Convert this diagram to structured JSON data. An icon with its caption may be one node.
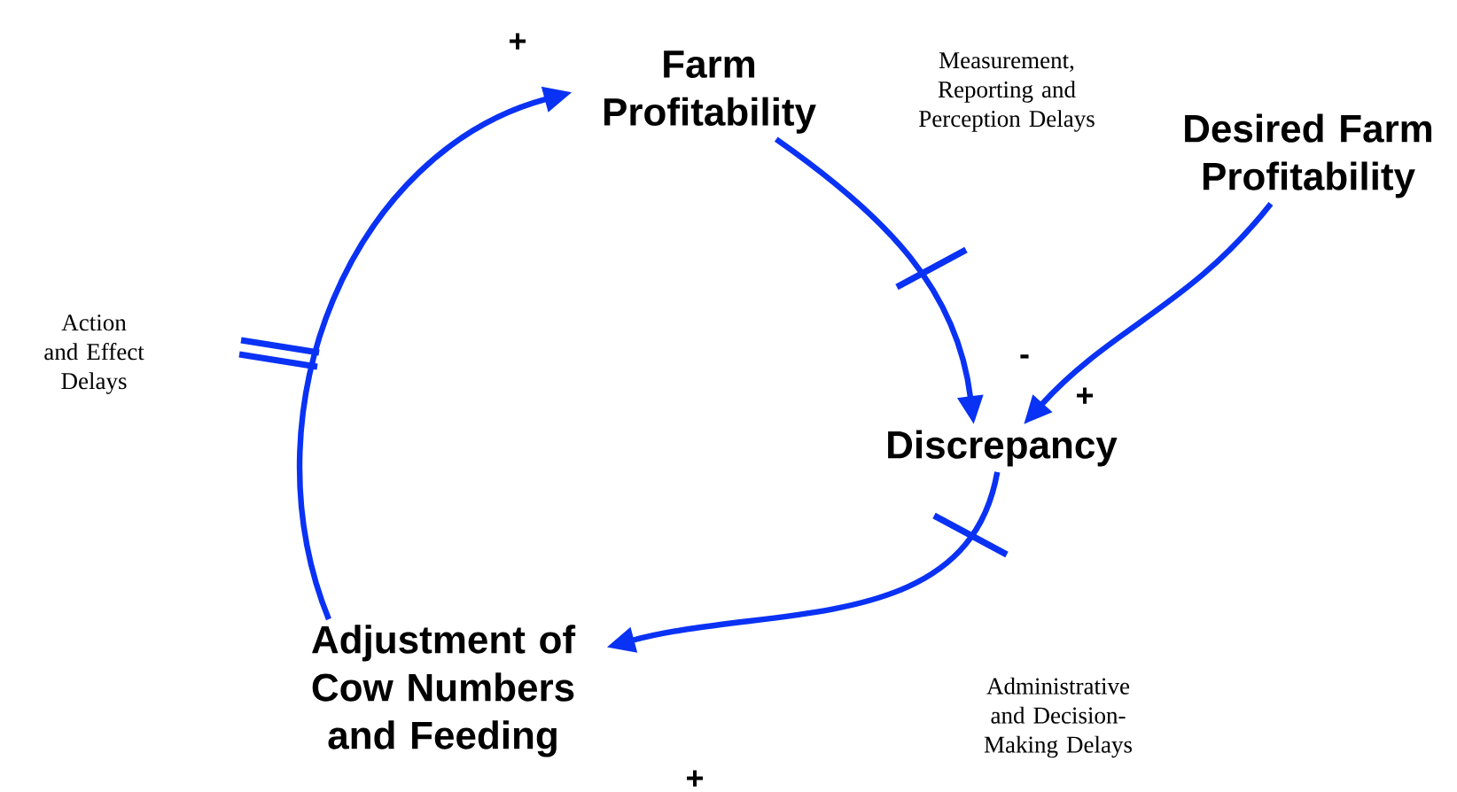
{
  "diagram": {
    "nodes": [
      {
        "text": [
          "Farm Profitability"
        ]
      },
      {
        "text": [
          "Desired Farm Profitability"
        ]
      },
      {
        "text": [
          "Discrepancy"
        ]
      },
      {
        "text": [
          "Adjustment of Cow Numbers and Feeding"
        ]
      }
    ],
    "edges": [
      {
        "from": 0,
        "to": 2,
        "arrow": "to",
        "label": "-"
      },
      {
        "from": 1,
        "to": 2,
        "arrow": "to",
        "label": "+"
      },
      {
        "from": 2,
        "to": 3,
        "arrow": "to",
        "label": "+"
      },
      {
        "from": 3,
        "to": 0,
        "arrow": "to",
        "label": "+"
      }
    ],
    "labels": [
      "Measurement, Reporting and Perception Delays",
      "Action and Effect Delays",
      "Administrative and Decision-Making Delays"
    ]
  }
}
